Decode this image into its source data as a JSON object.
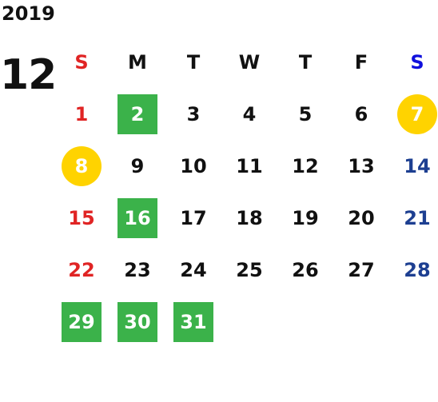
{
  "calendar": {
    "year": "2019",
    "month": "12",
    "weekdays": [
      "S",
      "M",
      "T",
      "W",
      "T",
      "F",
      "S"
    ],
    "days": [
      "1",
      "2",
      "3",
      "4",
      "5",
      "6",
      "7",
      "8",
      "9",
      "10",
      "11",
      "12",
      "13",
      "14",
      "15",
      "16",
      "17",
      "18",
      "19",
      "20",
      "21",
      "22",
      "23",
      "24",
      "25",
      "26",
      "27",
      "28",
      "29",
      "30",
      "31"
    ]
  },
  "colors": {
    "sunday": "#e02424",
    "saturday": "#1d3f91",
    "saturday_header": "#1010dd",
    "highlight_green": "#3bb24a",
    "highlight_yellow": "#ffd300"
  }
}
